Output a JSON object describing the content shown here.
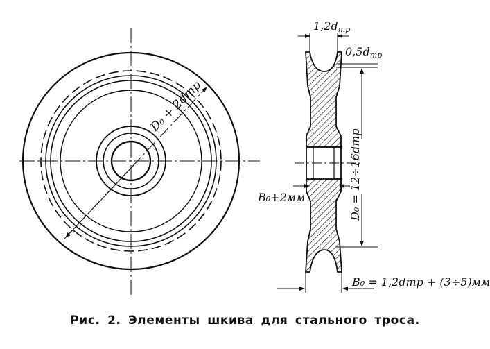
{
  "diagram": {
    "labels": {
      "outer_diameter": "D₀ + 2dтр",
      "groove_width_sub": "тр",
      "groove_width_pre": "1,2d",
      "groove_depth_pre": "0,5d",
      "groove_depth_sub": "тр",
      "axial_height": "D₀ = 12÷16dтр",
      "hub_width": "B₀+2мм",
      "total_width": "B₀ = 1,2dтр + (3÷5)мм"
    }
  },
  "caption": "Рис. 2. Элементы шкива для стального троса."
}
